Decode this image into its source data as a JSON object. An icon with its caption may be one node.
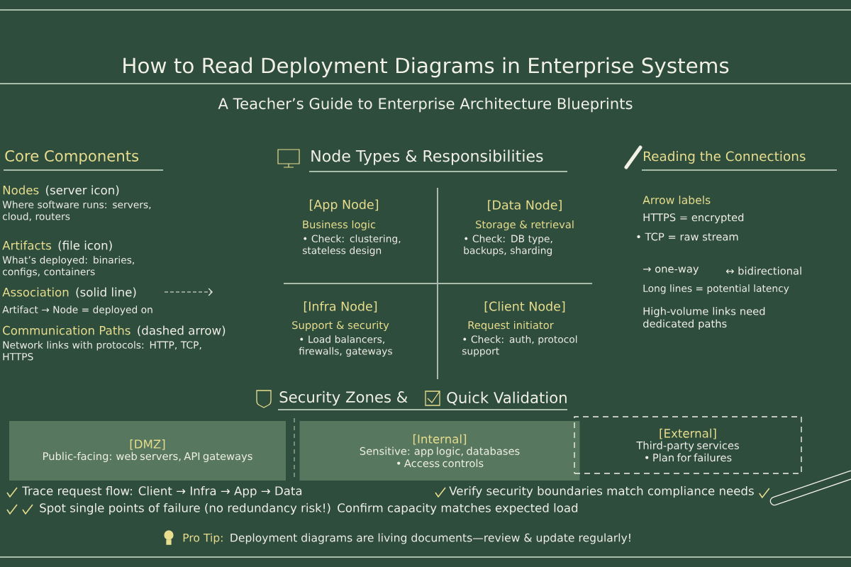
{
  "diagram": {
    "title": "How to Read Deployment Diagrams in Enterprise Systems",
    "nodes": [
      {
        "text": [
          "[DMZ]",
          "Public-facing: web servers, API gateways"
        ]
      },
      {
        "text": [
          "[Internal]",
          "Sensitive: app logic, databases",
          "• Access controls"
        ]
      },
      {
        "text": [
          "[External]",
          "Third-party services",
          "• Plan for failures"
        ]
      }
    ],
    "labels": [
      "A Teacher’s Guide to Enterprise Architecture Blueprints",
      "Core Components",
      "Node Types & Responsibilities",
      "Reading the Connections",
      "Nodes",
      "(server icon)",
      "Where software runs: servers, cloud, routers",
      "Artifacts",
      "(file icon)",
      "What’s deployed: binaries, configs, containers",
      "Association",
      "(solid line)",
      "Artifact → Node = deployed on",
      "Communication Paths",
      "(dashed arrow)",
      "Network links with protocols: HTTP, TCP, HTTPS",
      "[App Node]",
      "Business logic",
      "• Check: clustering, stateless design",
      "[Data Node]",
      "Storage & retrieval",
      "• Check: DB type, backups, sharding",
      "[Infra Node]",
      "Support & security",
      "• Load balancers, firewalls, gateways",
      "[Client Node]",
      "Request initiator",
      "• Check: auth, protocol support",
      "Arrow labels",
      "HTTPS = encrypted",
      "• TCP = raw stream",
      "→ one-way",
      "↔ bidirectional",
      "Long lines = potential latency",
      "High-volume links need dedicated paths",
      "Security Zones &",
      "Quick Validation",
      "Trace request flow: Client → Infra → App → Data",
      "Verify security boundaries match compliance needs",
      "Spot single points of failure (no redundancy risk!)",
      "Confirm capacity matches expected load",
      "Pro Tip:",
      "Deployment diagrams are living documents—review & update regularly!"
    ]
  }
}
